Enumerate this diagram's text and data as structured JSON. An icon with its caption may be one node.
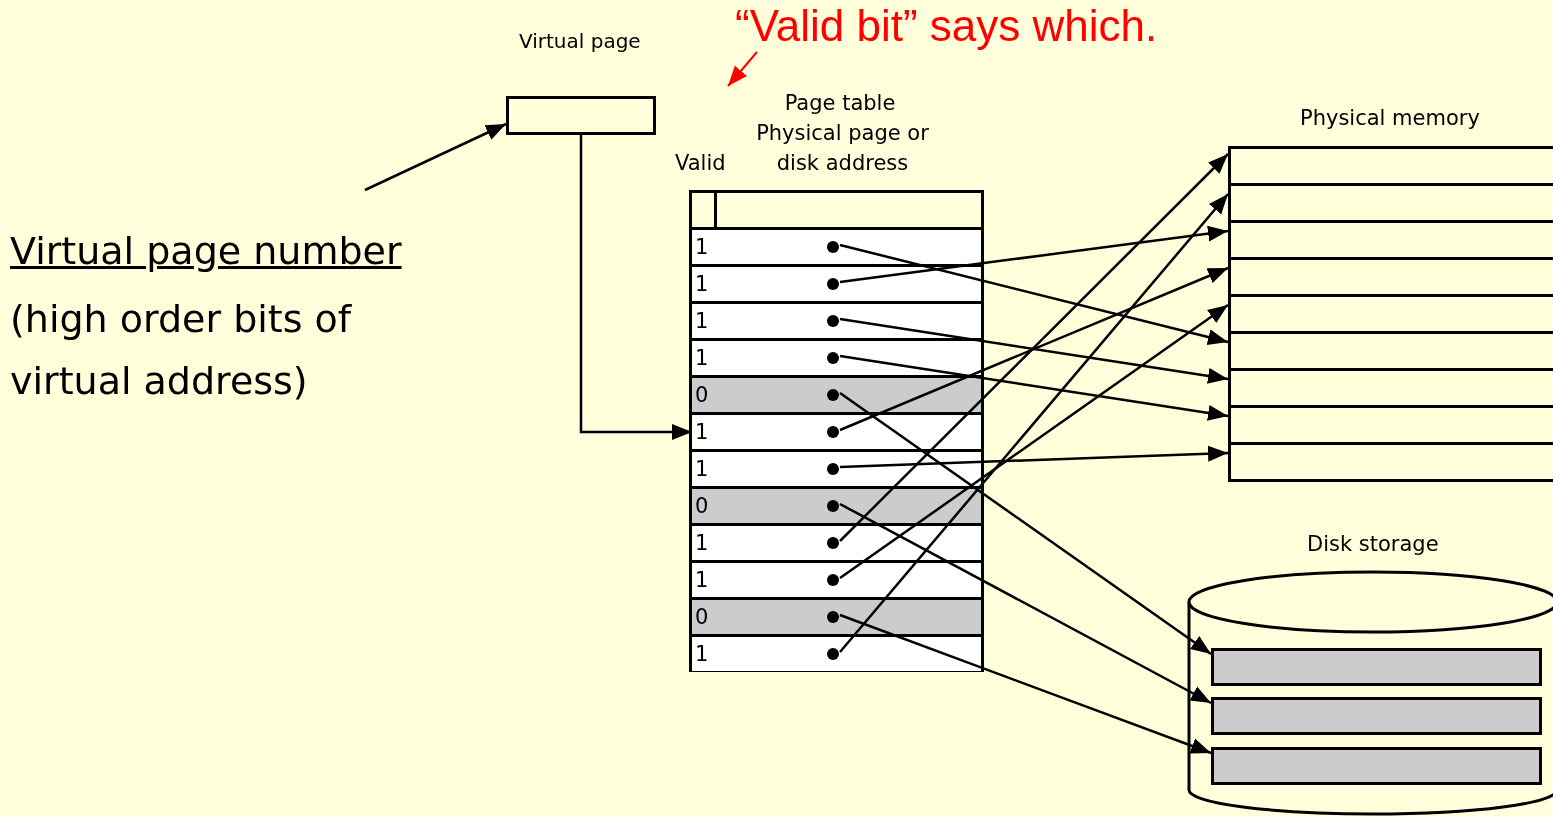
{
  "diagram": {
    "nodes": [
      {
        "text": [
          "“Valid bit” says which."
        ]
      },
      {
        "text": [
          "Virtual page"
        ]
      },
      {
        "text": [
          "Virtual page number",
          "(high order bits of virtual address)"
        ]
      },
      {
        "text": [
          "Page table",
          "Valid",
          "Physical page or disk address"
        ]
      },
      {
        "text": [
          "1"
        ],
        "in": 3
      },
      {
        "text": [
          "1"
        ],
        "in": 3
      },
      {
        "text": [
          "1"
        ],
        "in": 3
      },
      {
        "text": [
          "1"
        ],
        "in": 3
      },
      {
        "text": [
          "0"
        ],
        "in": 3
      },
      {
        "text": [
          "1"
        ],
        "in": 3
      },
      {
        "text": [
          "1"
        ],
        "in": 3
      },
      {
        "text": [
          "0"
        ],
        "in": 3
      },
      {
        "text": [
          "1"
        ],
        "in": 3
      },
      {
        "text": [
          "1"
        ],
        "in": 3
      },
      {
        "text": [
          "0"
        ],
        "in": 3
      },
      {
        "text": [
          "1"
        ],
        "in": 3
      },
      {
        "text": [
          "Physical memory"
        ]
      },
      {
        "text": [],
        "shape": "box",
        "in": 16
      },
      {
        "text": [],
        "shape": "box",
        "in": 16
      },
      {
        "text": [],
        "shape": "box",
        "in": 16
      },
      {
        "text": [],
        "shape": "box",
        "in": 16
      },
      {
        "text": [],
        "shape": "box",
        "in": 16
      },
      {
        "text": [],
        "shape": "box",
        "in": 16
      },
      {
        "text": [],
        "shape": "box",
        "in": 16
      },
      {
        "text": [],
        "shape": "box",
        "in": 16
      },
      {
        "text": [],
        "shape": "box",
        "in": 16
      },
      {
        "text": [
          "Disk storage"
        ]
      },
      {
        "text": [],
        "shape": "box",
        "in": 26
      },
      {
        "text": [],
        "shape": "box",
        "in": 26
      },
      {
        "text": [],
        "shape": "box",
        "in": 26
      }
    ],
    "edges": [
      {
        "from": 0,
        "to": 3,
        "arrow": "to",
        "color": "#ff0000"
      },
      {
        "from": 2,
        "to": 1,
        "arrow": "to"
      },
      {
        "from": 1,
        "to": 9,
        "arrow": "to"
      },
      {
        "from": 4,
        "to": 22,
        "arrow": "to"
      },
      {
        "from": 5,
        "to": 19,
        "arrow": "to"
      },
      {
        "from": 6,
        "to": 23,
        "arrow": "to"
      },
      {
        "from": 7,
        "to": 24,
        "arrow": "to"
      },
      {
        "from": 8,
        "to": 27,
        "arrow": "to"
      },
      {
        "from": 9,
        "to": 20,
        "arrow": "to"
      },
      {
        "from": 10,
        "to": 25,
        "arrow": "to"
      },
      {
        "from": 11,
        "to": 28,
        "arrow": "to"
      },
      {
        "from": 12,
        "to": 17,
        "arrow": "to"
      },
      {
        "from": 13,
        "to": 21,
        "arrow": "to"
      },
      {
        "from": 14,
        "to": 29,
        "arrow": "to"
      },
      {
        "from": 15,
        "to": 18,
        "arrow": "to"
      }
    ]
  }
}
